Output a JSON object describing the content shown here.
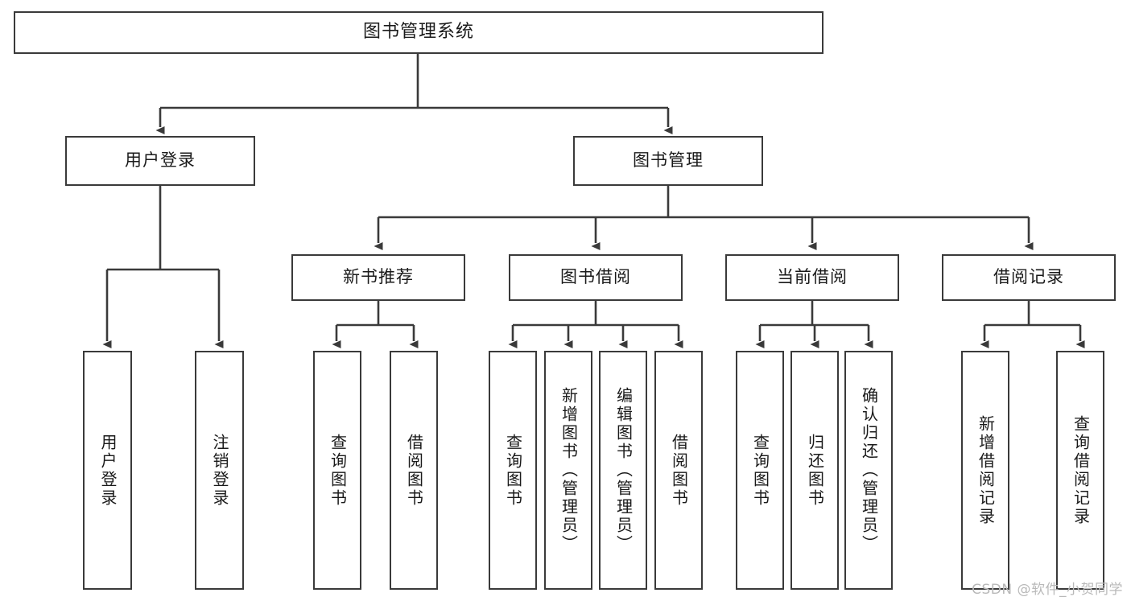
{
  "diagram": {
    "title": "图书管理系统",
    "type": "tree-hierarchy",
    "root": {
      "label": "图书管理系统"
    },
    "level2": [
      {
        "label": "用户登录"
      },
      {
        "label": "图书管理"
      }
    ],
    "level3": [
      {
        "label": "新书推荐"
      },
      {
        "label": "图书借阅"
      },
      {
        "label": "当前借阅"
      },
      {
        "label": "借阅记录"
      }
    ],
    "leaves": {
      "user_login": [
        {
          "label": "用户登录"
        },
        {
          "label": "注销登录"
        }
      ],
      "new_book_recommend": [
        {
          "label": "查询图书"
        },
        {
          "label": "借阅图书"
        }
      ],
      "book_borrow": [
        {
          "label": "查询图书"
        },
        {
          "label": "新增图书（管理员）"
        },
        {
          "label": "编辑图书（管理员）"
        },
        {
          "label": "借阅图书"
        }
      ],
      "current_borrow": [
        {
          "label": "查询图书"
        },
        {
          "label": "归还图书"
        },
        {
          "label": "确认归还（管理员）"
        }
      ],
      "borrow_records": [
        {
          "label": "新增借阅记录"
        },
        {
          "label": "查询借阅记录"
        }
      ]
    }
  },
  "watermark": {
    "text": "CSDN @软件_小贺同学"
  },
  "colors": {
    "stroke": "#3a3a3a",
    "background": "#ffffff",
    "text": "#1a1a1a",
    "watermark": "#b9b9b9"
  }
}
